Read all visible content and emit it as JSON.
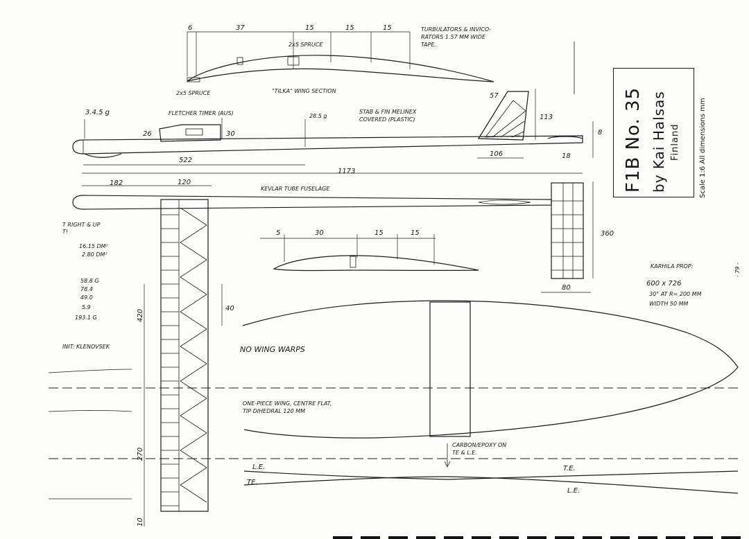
{
  "title": {
    "model": "F1B No. 35",
    "author": "by Kai Halsas",
    "country": "Finland",
    "scale_note": "Scale 1:6 All dimensions mm"
  },
  "wing_section": {
    "dims": [
      "6",
      "37",
      "15",
      "15",
      "15"
    ],
    "spar_top": "2x5 SPRUCE",
    "spar_bottom": "2x5 SPRUCE",
    "label": "\"TILKA\" WING SECTION",
    "note_line1": "TURBULATORS & INVICO-",
    "note_line2": "RATORS 1.57 MM WIDE",
    "note_line3": "TAPE."
  },
  "side_view": {
    "nose_weight": "3.4.5 g",
    "timer": "FLETCHER TIMER (AUS)",
    "dim_26": "26",
    "dim_30": "30",
    "dim_285": "28.5 g",
    "stab_fin_line1": "STAB & FIN MELINEX",
    "stab_fin_line2": "COVERED (PLASTIC)",
    "fin_57": "57",
    "fin_113": "113",
    "fin_8": "8",
    "fin_106": "106",
    "fin_18": "18",
    "dim_522": "522",
    "dim_1173": "1173"
  },
  "top_view": {
    "dim_182": "182",
    "dim_120": "120",
    "fuselage_label": "KEVLAR TUBE FUSELAGE",
    "stab_span": "360",
    "stab_chord": "80",
    "right_up": "T RIGHT & UP",
    "right_t": "T!",
    "areas": [
      "16.15 DM²",
      "2.80 DM²"
    ],
    "weights": [
      "58.8 G",
      "78.4",
      "49.0",
      "5.9",
      "193.1 G"
    ],
    "author_credit": "INIT: KLENOVSEK",
    "span_420": "420",
    "span_270": "270",
    "span_10": "10",
    "dim_40": "40"
  },
  "stab_section": {
    "dims": [
      "5",
      "30",
      "15",
      "15"
    ]
  },
  "propeller": {
    "title": "KARHILA PROP:",
    "line1": "600 x 726",
    "line2": "30° AT R= 200 MM",
    "line3": "WIDTH 50 MM",
    "mark": "- 79 -"
  },
  "notes": {
    "no_warps": "NO WING WARPS",
    "one_piece_line1": "ONE-PIECE WING, CENTRE FLAT,",
    "one_piece_line2": "TIP DIHEDRAL 120 MM",
    "carbon_line1": "CARBON/EPOXY ON",
    "carbon_line2": "TE & L.E.",
    "le_top": "L.E.",
    "te_left": "TE.",
    "te_right": "T.E.",
    "le_bottom": "L.E."
  }
}
